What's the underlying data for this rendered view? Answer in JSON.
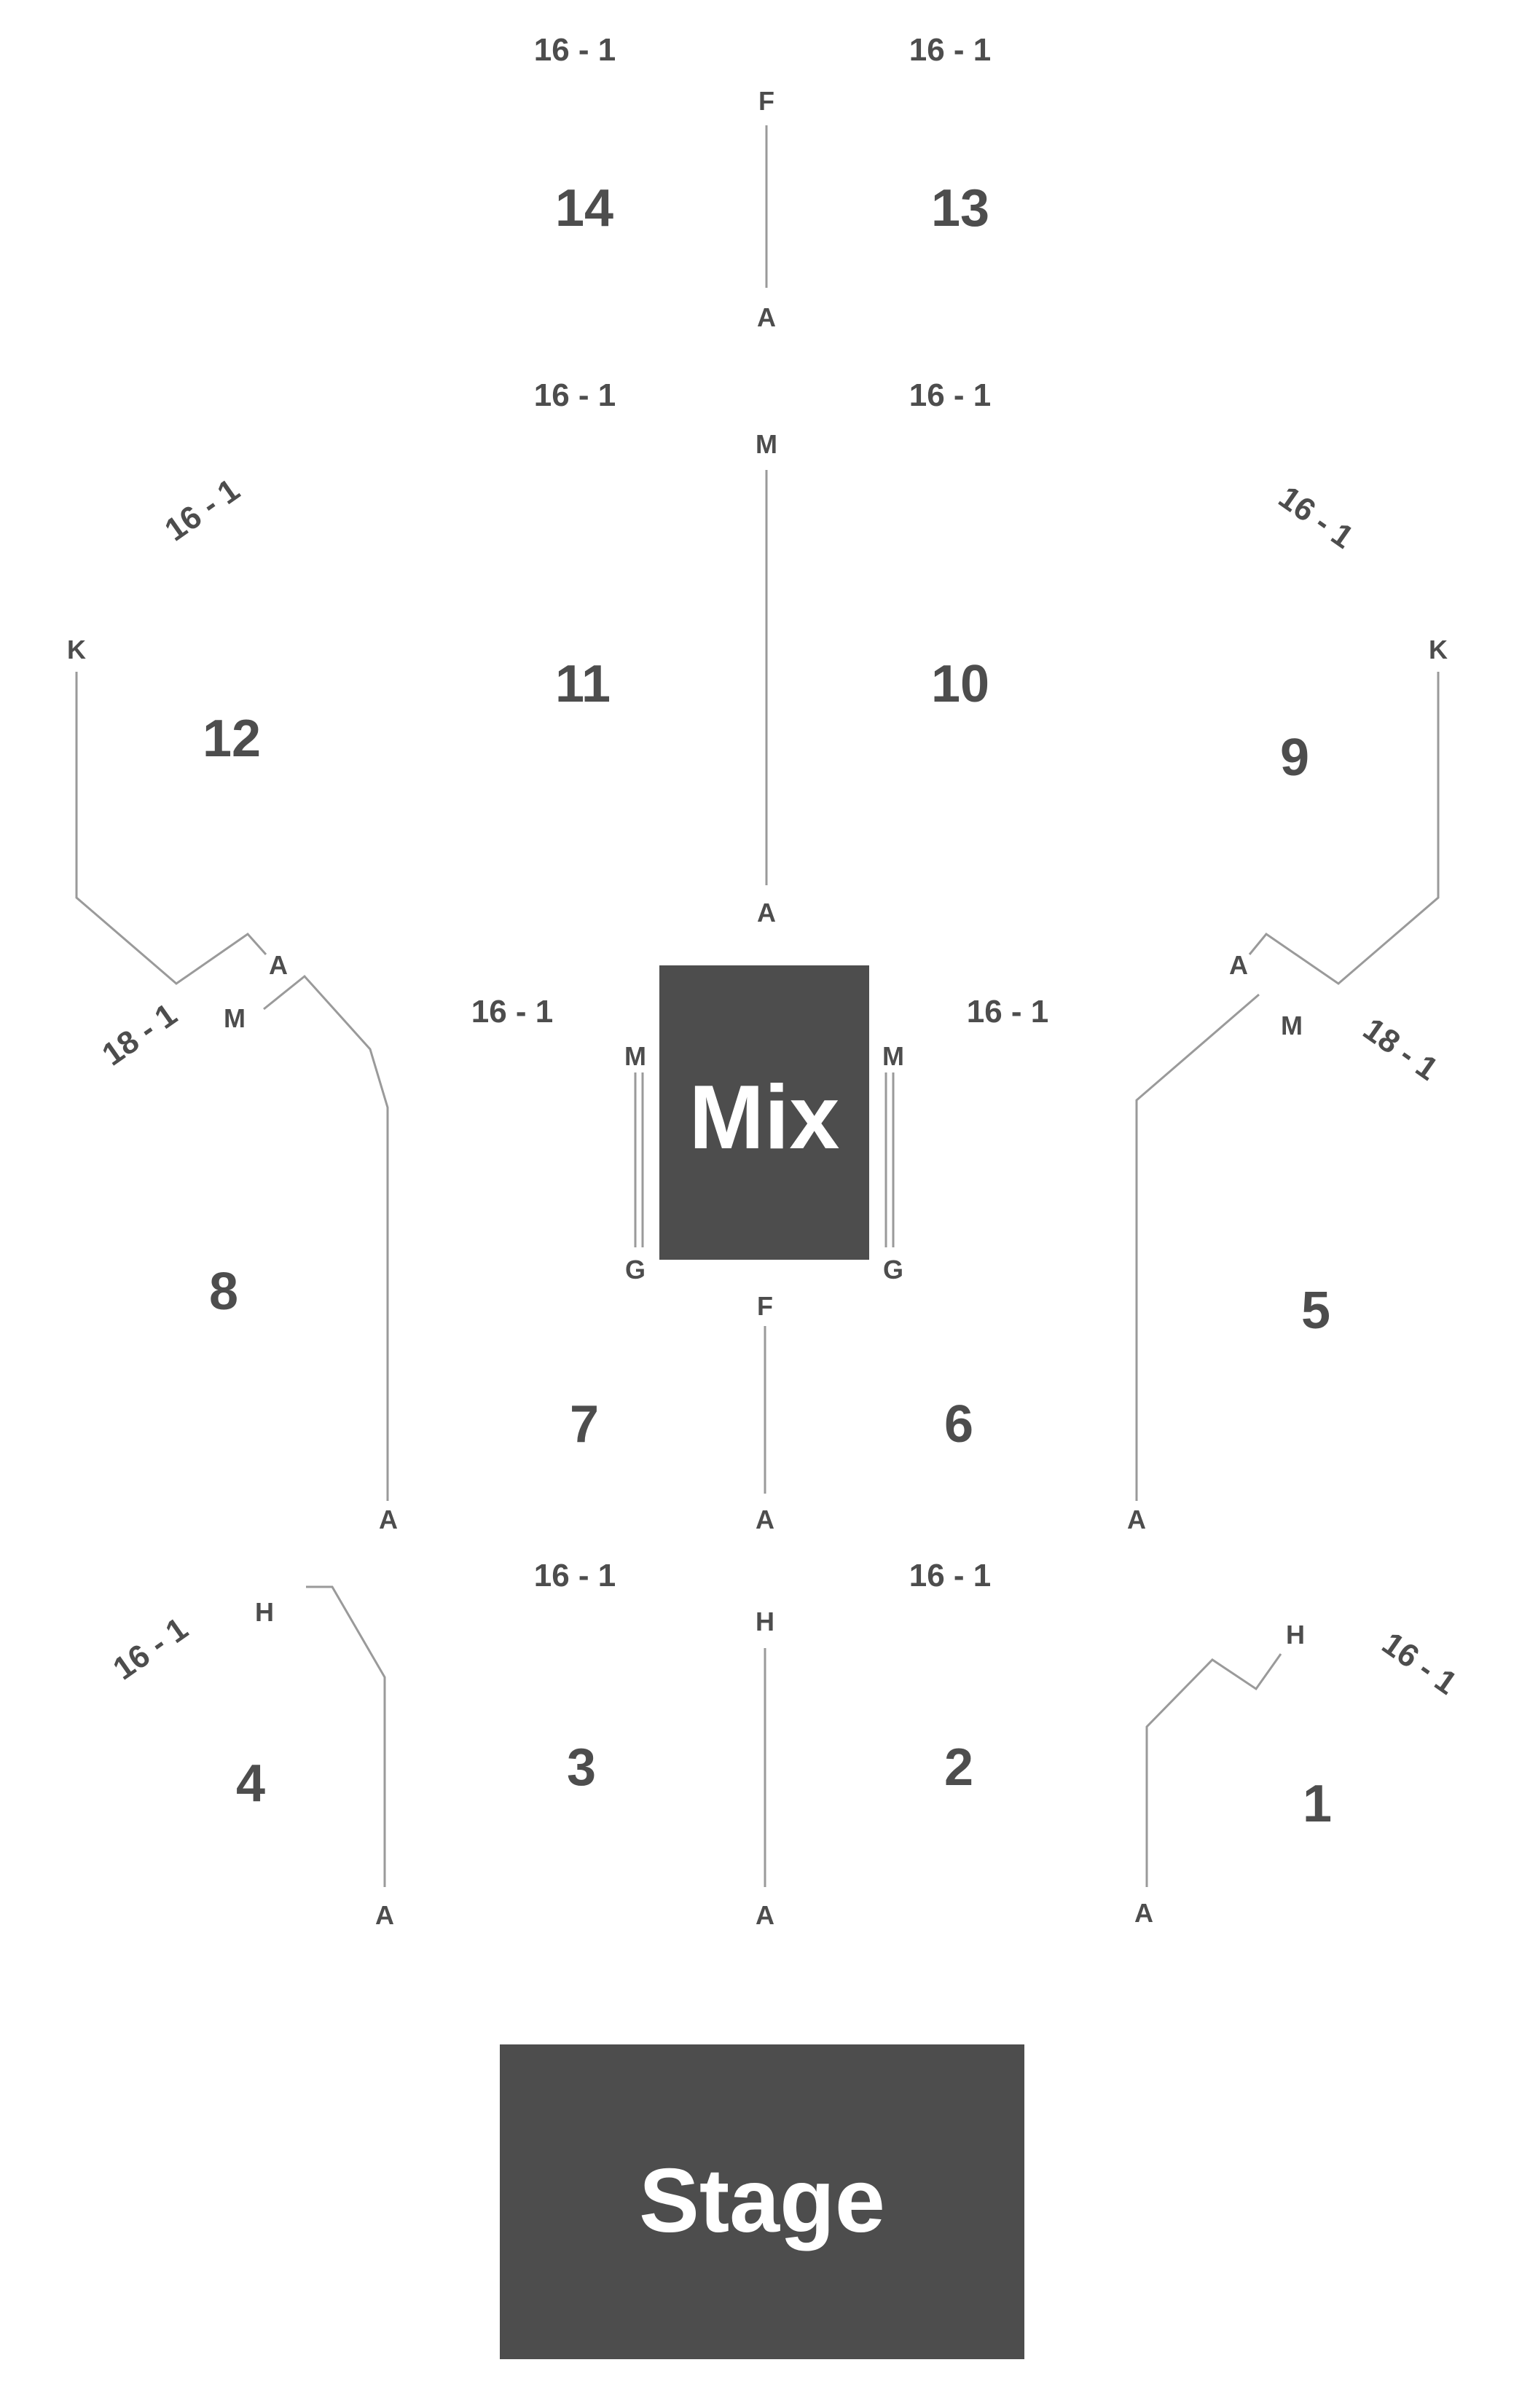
{
  "venue_map": {
    "stage_label": "Stage",
    "mix_label": "Mix",
    "colors": {
      "block_fill": "#4d4d4d",
      "block_text": "#ffffff",
      "label_text": "#4d4d4d",
      "aisle_line": "#9a9a9a"
    },
    "sections": {
      "s1": "1",
      "s2": "2",
      "s3": "3",
      "s4": "4",
      "s5": "5",
      "s6": "6",
      "s7": "7",
      "s8": "8",
      "s9": "9",
      "s10": "10",
      "s11": "11",
      "s12": "12",
      "s13": "13",
      "s14": "14"
    },
    "seat_ranges": {
      "top_left": "16 - 1",
      "top_right": "16 - 1",
      "s11_top": "16 - 1",
      "s10_top": "16 - 1",
      "s12_corner": "16 - 1",
      "s9_corner": "16 - 1",
      "s8_corner": "18 - 1",
      "s5_corner": "18 - 1",
      "s7_top": "16 - 1",
      "s6_top": "16 - 1",
      "s3_top": "16 - 1",
      "s2_top": "16 - 1",
      "s4_corner": "16 - 1",
      "s1_corner": "16 - 1"
    },
    "row_letters": {
      "a1413_top": "F",
      "a1413_bottom": "A",
      "a1110_top": "M",
      "a1110_bottom": "A",
      "s12_top": "K",
      "s12_bottom": "A",
      "s9_top": "K",
      "s9_bottom": "A",
      "s8_top": "M",
      "s8_bottom": "A",
      "s5_top": "M",
      "s5_bottom": "A",
      "mix_left_top": "M",
      "mix_left_bottom": "G",
      "mix_right_top": "M",
      "mix_right_bottom": "G",
      "a76_top": "F",
      "a76_bottom": "A",
      "s4_top": "H",
      "s4_bottom": "A",
      "a32_top": "H",
      "a32_bottom": "A",
      "s1_top": "H",
      "s1_bottom": "A"
    }
  }
}
